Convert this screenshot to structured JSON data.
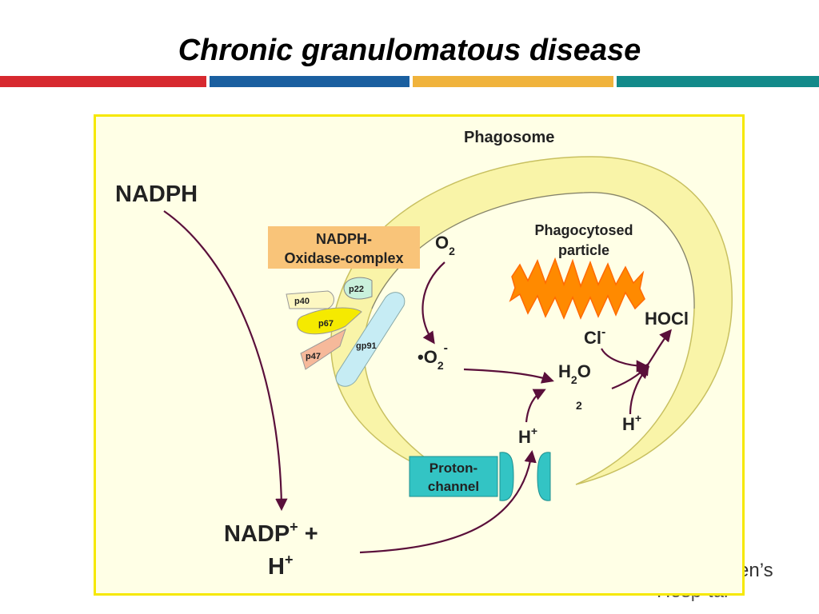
{
  "slide": {
    "title": "Chronic granulomatous disease",
    "logo_line1": "en’s",
    "logo_line2": "Hosp·tal"
  },
  "colors": {
    "bar_red": "#d7292f",
    "bar_blue": "#1a5fa0",
    "bar_yellow": "#f0b33c",
    "bar_teal": "#138a8a",
    "diagram_border": "#f6e800",
    "membrane": "#f9f4a8",
    "oxidase_label_bg": "#f9c479",
    "proton_channel": "#33c4c4",
    "particle": "#ff8a00",
    "arrow": "#5a0f3a"
  },
  "diagram": {
    "phagosome": "Phagosome",
    "nadph": "NADPH",
    "oxidase_line1": "NADPH-",
    "oxidase_line2": "Oxidase-complex",
    "p40": "p40",
    "p22": "p22",
    "p67": "p67",
    "p47": "p47",
    "gp91": "gp91",
    "o2_main": "O",
    "o2_sub": "2",
    "superoxide_main": "•O",
    "superoxide_sub": "2",
    "superoxide_sup": "-",
    "particle_line1": "Phagocytosed",
    "particle_line2": "particle",
    "cl_main": "Cl",
    "cl_sup": "-",
    "hocl": "HOCl",
    "h2o2_h": "H",
    "h2o2_sub": "2",
    "h2o2_o": "O",
    "h2o2_2": "2",
    "h_plus_1": "H",
    "h_plus_1_sup": "+",
    "h_plus_2": "H",
    "h_plus_2_sup": "+",
    "proton_line1": "Proton-",
    "proton_line2": "channel",
    "nadp_main": "NADP",
    "nadp_sup": "+",
    "nadp_plus": " +",
    "h_bottom": "H",
    "h_bottom_sup": "+"
  }
}
